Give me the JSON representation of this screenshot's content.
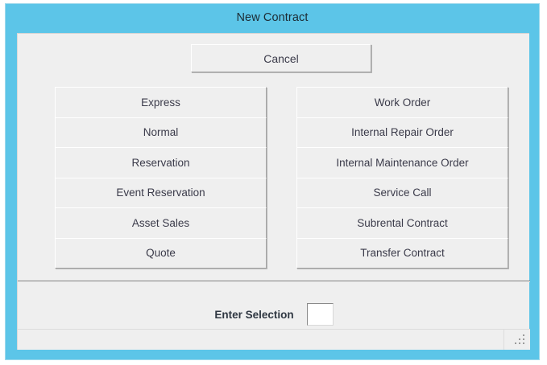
{
  "window": {
    "title": "New Contract",
    "accent_color": "#5cc5e8",
    "panel_color": "#efefef",
    "text_color": "#3b3b4a"
  },
  "toolbar": {
    "cancel_label": "Cancel"
  },
  "contract_types": {
    "left_column": [
      {
        "label": "Express"
      },
      {
        "label": "Normal"
      },
      {
        "label": "Reservation"
      },
      {
        "label": "Event Reservation"
      },
      {
        "label": "Asset Sales"
      },
      {
        "label": "Quote"
      }
    ],
    "right_column": [
      {
        "label": "Work Order"
      },
      {
        "label": "Internal Repair Order"
      },
      {
        "label": "Internal Maintenance Order"
      },
      {
        "label": "Service Call"
      },
      {
        "label": "Subrental Contract"
      },
      {
        "label": "Transfer Contract"
      }
    ]
  },
  "selection": {
    "label": "Enter Selection",
    "value": "",
    "placeholder": ""
  },
  "statusbar": {
    "message": "",
    "grip_icon": "resize-grip-icon"
  }
}
